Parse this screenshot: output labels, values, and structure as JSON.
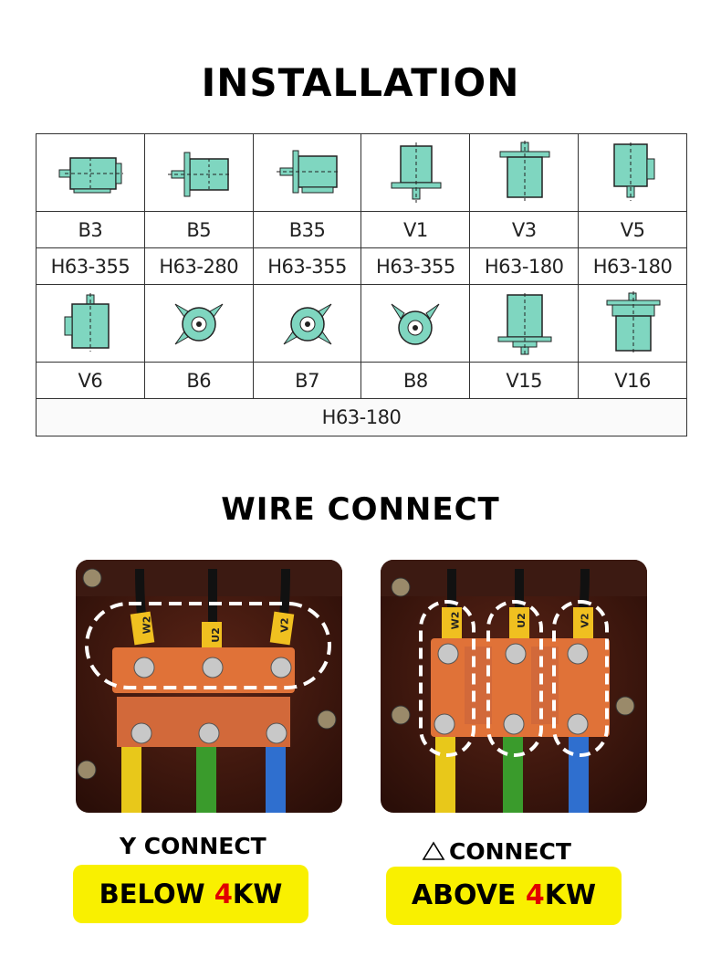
{
  "installation": {
    "title": "INSTALLATION",
    "row1": {
      "icons": [
        "b3-mount-icon",
        "b5-mount-icon",
        "b35-mount-icon",
        "v1-mount-icon",
        "v3-mount-icon",
        "v5-mount-icon"
      ],
      "labels": [
        "B3",
        "B5",
        "B35",
        "V1",
        "V3",
        "V5"
      ],
      "sizes": [
        "H63-355",
        "H63-280",
        "H63-355",
        "H63-355",
        "H63-180",
        "H63-180"
      ]
    },
    "row2": {
      "icons": [
        "v6-mount-icon",
        "b6-mount-icon",
        "b7-mount-icon",
        "b8-mount-icon",
        "v15-mount-icon",
        "v16-mount-icon"
      ],
      "labels": [
        "V6",
        "B6",
        "B7",
        "B8",
        "V15",
        "V16"
      ],
      "size_all": "H63-180"
    }
  },
  "wire_connect": {
    "title": "WIRE CONNECT",
    "y_connect": {
      "caption": "Y CONNECT",
      "badge_prefix": "BELOW ",
      "badge_number": "4",
      "badge_suffix": "KW",
      "terminal_tags": [
        "W2",
        "U2",
        "V2"
      ]
    },
    "delta_connect": {
      "caption": "CONNECT",
      "badge_prefix": "ABOVE ",
      "badge_number": "4",
      "badge_suffix": "KW",
      "terminal_tags": [
        "W2",
        "U2",
        "V2"
      ]
    }
  },
  "colors": {
    "icon_fill": "#7fd6c0",
    "badge_yellow": "#f9f000",
    "accent_red": "#e10000",
    "copper": "#e0733a",
    "wire_yellow": "#e8c81a",
    "wire_green": "#3a9b2c",
    "wire_blue": "#2f6fcf"
  }
}
